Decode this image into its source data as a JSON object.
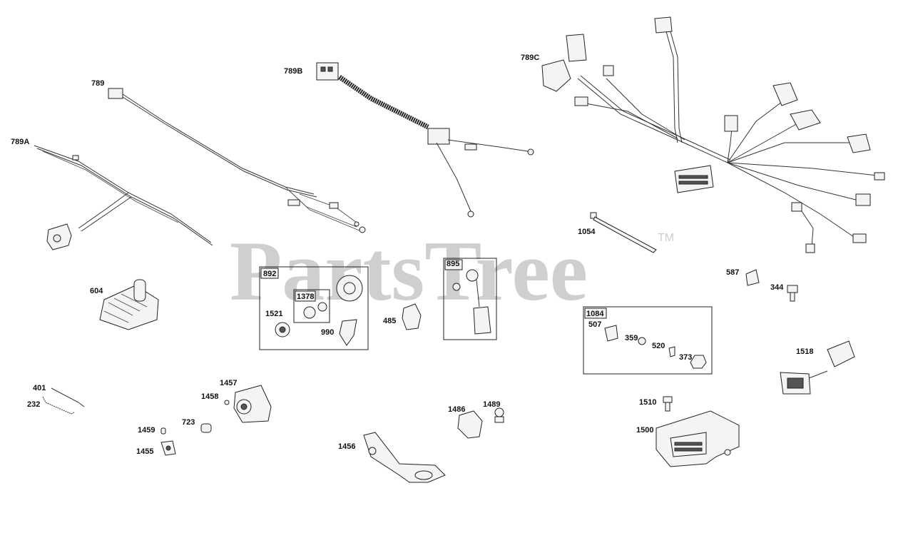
{
  "watermark": {
    "text": "PartsTree",
    "trademark": "TM"
  },
  "callouts": {
    "c789": "789",
    "c789a": "789A",
    "c789b": "789B",
    "c789c": "789C",
    "c604": "604",
    "c892": "892",
    "c1378": "1378",
    "c1521": "1521",
    "c990": "990",
    "c485": "485",
    "c895": "895",
    "c1054": "1054",
    "c587": "587",
    "c344": "344",
    "c1084": "1084",
    "c507": "507",
    "c359": "359",
    "c520": "520",
    "c373": "373",
    "c1518": "1518",
    "c401": "401",
    "c232": "232",
    "c1457": "1457",
    "c1458": "1458",
    "c723": "723",
    "c1459": "1459",
    "c1455": "1455",
    "c1456": "1456",
    "c1486": "1486",
    "c1489": "1489",
    "c1510": "1510",
    "c1500": "1500"
  }
}
